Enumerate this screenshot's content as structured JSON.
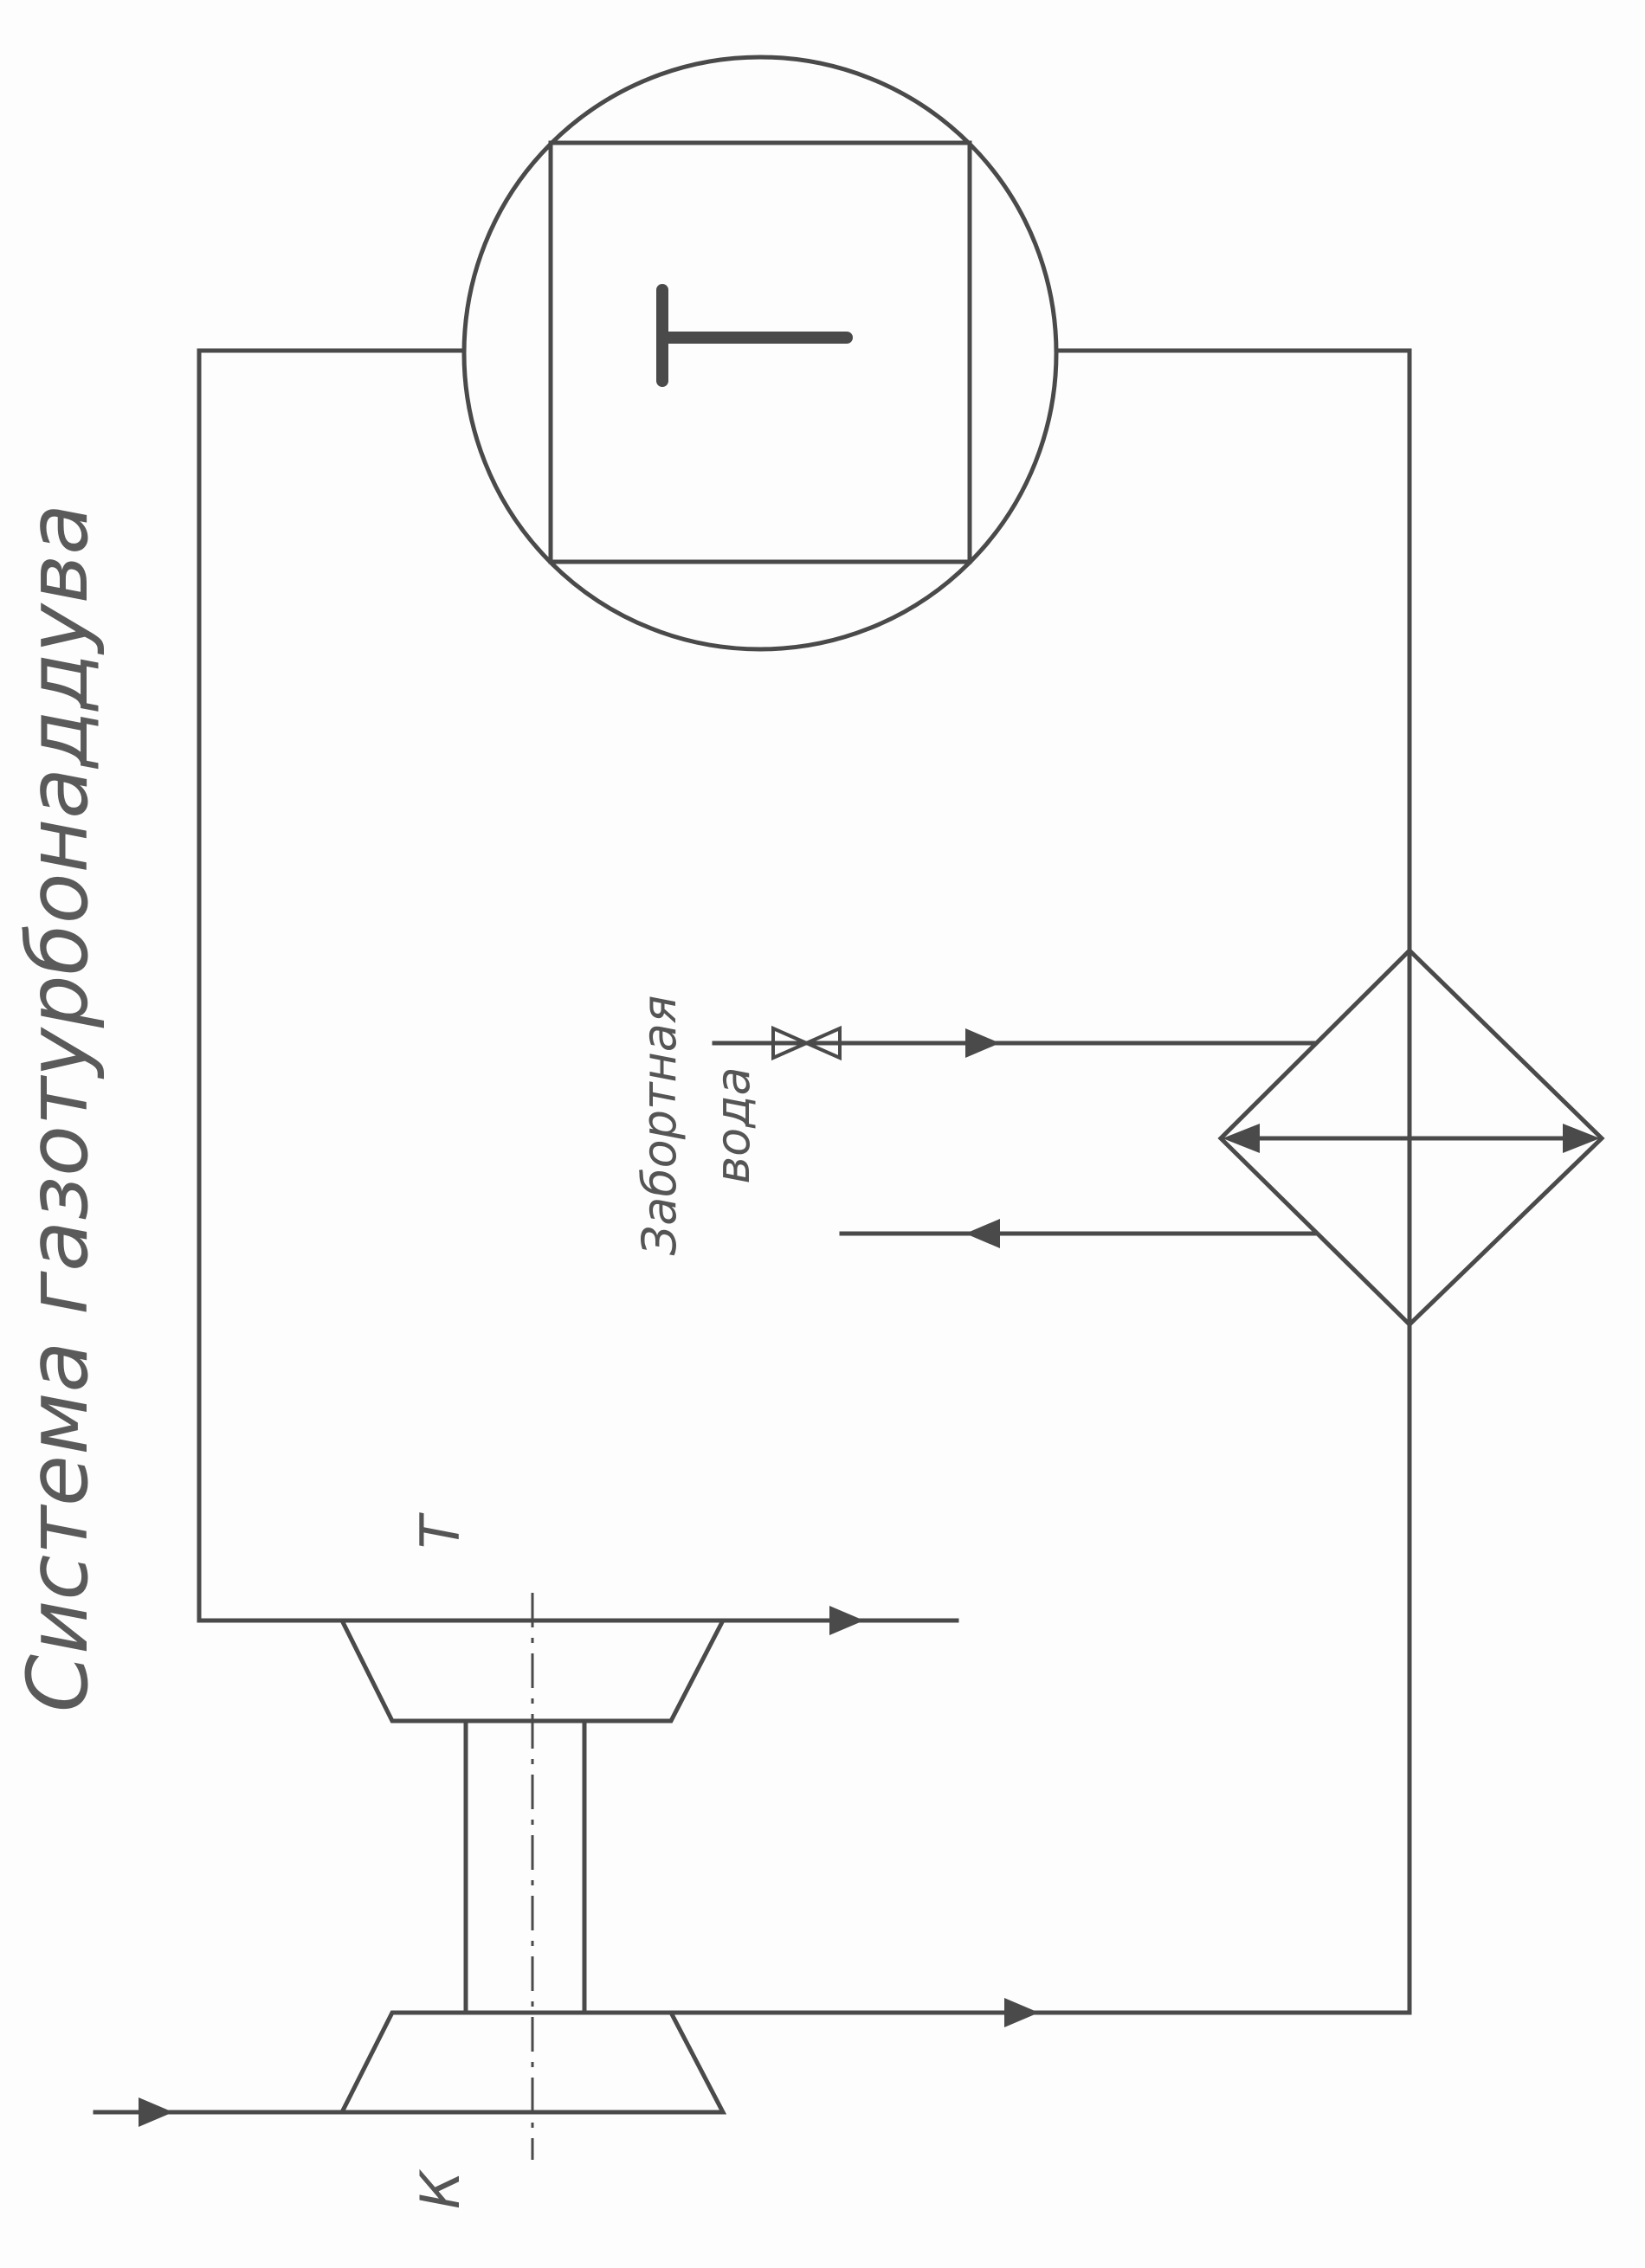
{
  "title": "Система газотурбонаддува",
  "labels": {
    "turbine": "Т",
    "compressor": "К",
    "seawater_line1": "Забортная",
    "seawater_line2": "вода",
    "receiver_symbol": "T"
  },
  "colors": {
    "ink": "#4a4a4a",
    "paper": "#fdfdfd"
  }
}
